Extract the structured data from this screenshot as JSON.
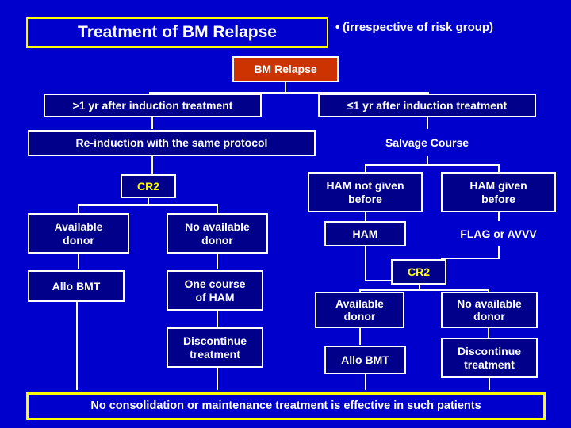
{
  "title": "Treatment of BM Relapse",
  "note": "(irrespective of risk group)",
  "bullet_glyph": "•",
  "root": "BM Relapse",
  "branches": {
    "left_label": ">1 yr after induction treatment",
    "right_label": "≤1 yr after induction treatment"
  },
  "left": {
    "protocol": "Re-induction with the same protocol",
    "cr2": "CR2",
    "available_donor": "Available\ndonor",
    "no_available_donor": "No available\ndonor",
    "allo_bmt": "Allo BMT",
    "one_course_of_ham": "One course\nof HAM",
    "discontinue": "Discontinue\ntreatment"
  },
  "right": {
    "salvage": "Salvage Course",
    "ham_not_given": "HAM not given\nbefore",
    "ham_given": "HAM given\nbefore",
    "ham": "HAM",
    "flag": "FLAG or AVVV",
    "cr2": "CR2",
    "available_donor": "Available\ndonor",
    "no_available_donor": "No available\ndonor",
    "allo_bmt": "Allo BMT",
    "discontinue": "Discontinue\ntreatment"
  },
  "footer": "No consolidation or maintenance treatment is effective in such patients",
  "colors": {
    "background": "#0000CC",
    "box_fill": "#00008B",
    "box_border": "#FFFFFF",
    "accent_red": "#CC3300",
    "accent_yellow": "#FFFF00",
    "text": "#FFFFFF"
  }
}
